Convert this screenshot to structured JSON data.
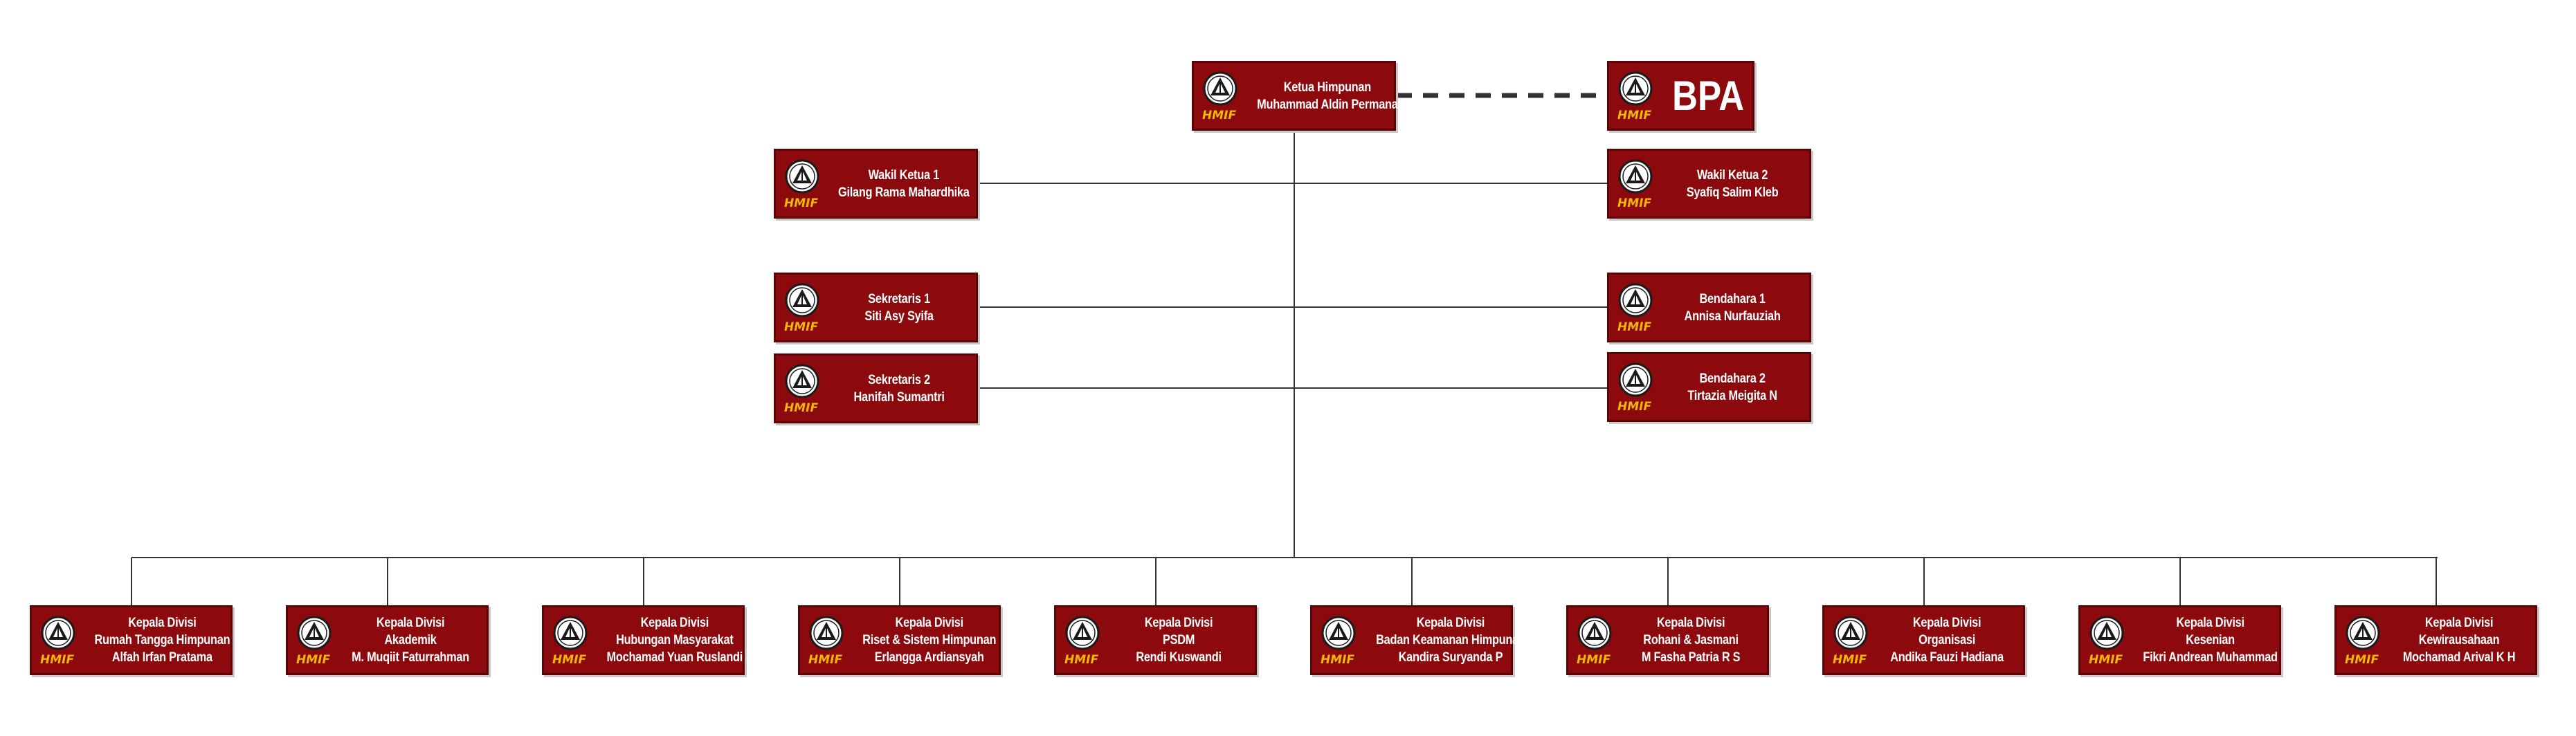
{
  "logo": {
    "text": "HMIF",
    "colors": {
      "box": "#8c0a0d",
      "border": "#5a0406",
      "logo_text": "#f2b705"
    }
  },
  "chairman": {
    "role": "Ketua Himpunan",
    "name": "Muhammad Aldin Permana"
  },
  "advisory": {
    "label": "BPA"
  },
  "officers": {
    "vice1": {
      "role": "Wakil Ketua 1",
      "name": "Gilang Rama Mahardhika"
    },
    "vice2": {
      "role": "Wakil Ketua 2",
      "name": "Syafiq Salim Kleb"
    },
    "secretary1": {
      "role": "Sekretaris 1",
      "name": "Siti Asy Syifa"
    },
    "secretary2": {
      "role": "Sekretaris 2",
      "name": "Hanifah Sumantri"
    },
    "treasurer1": {
      "role": "Bendahara 1",
      "name": "Annisa Nurfauziah"
    },
    "treasurer2": {
      "role": "Bendahara 2",
      "name": "Tirtazia Meigita N"
    }
  },
  "divisions": [
    {
      "role": "Kepala Divisi",
      "division": "Rumah Tangga Himpunan",
      "name": "Alfah Irfan Pratama"
    },
    {
      "role": "Kepala Divisi",
      "division": "Akademik",
      "name": "M. Muqiit Faturrahman"
    },
    {
      "role": "Kepala Divisi",
      "division": "Hubungan Masyarakat",
      "name": "Mochamad Yuan Ruslandi"
    },
    {
      "role": "Kepala Divisi",
      "division": "Riset & Sistem Himpunan",
      "name": "Erlangga Ardiansyah"
    },
    {
      "role": "Kepala Divisi",
      "division": "PSDM",
      "name": "Rendi Kuswandi"
    },
    {
      "role": "Kepala Divisi",
      "division": "Badan Keamanan Himpunan",
      "name": "Kandira Suryanda P"
    },
    {
      "role": "Kepala Divisi",
      "division": "Rohani & Jasmani",
      "name": "M Fasha Patria R S"
    },
    {
      "role": "Kepala Divisi",
      "division": "Organisasi",
      "name": "Andika Fauzi Hadiana"
    },
    {
      "role": "Kepala Divisi",
      "division": "Kesenian",
      "name": "Fikri Andrean Muhammad"
    },
    {
      "role": "Kepala Divisi",
      "division": "Kewirausahaan",
      "name": "Mochamad Arival K H"
    }
  ]
}
